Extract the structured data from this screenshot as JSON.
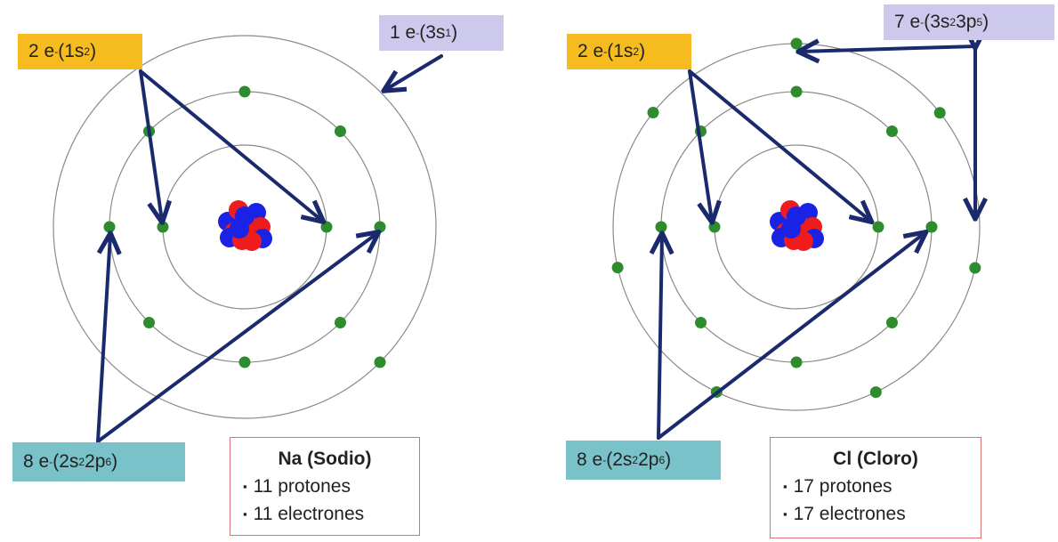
{
  "colors": {
    "orbit": "#8a8a8a",
    "electron": "#2e8b2e",
    "arrow": "#1a2a6c",
    "proton": "#ee1c1c",
    "neutron": "#1a22e6"
  },
  "atoms": [
    {
      "labels": {
        "k_shell": {
          "text": "2 e",
          "sup": "-",
          "paren_a": " (1s",
          "paren_sup": "2",
          "paren_b": ")"
        },
        "l_shell": {
          "text": "8 e",
          "sup": "-",
          "paren_a": " (2s",
          "paren_sup": "2",
          "paren_b": " 2p",
          "paren_sup2": "6",
          "paren_c": ")"
        },
        "outer_shell": {
          "text": "1 e",
          "sup": "-",
          "paren_a": " (3s",
          "paren_sup": "1",
          "paren_b": ")"
        }
      },
      "info": {
        "title": "Na (Sodio)",
        "protons": "11 protones",
        "electrons": "11 electrones",
        "bullet": "▪"
      },
      "electron_counts": [
        2,
        8,
        1
      ]
    },
    {
      "labels": {
        "k_shell": {
          "text": "2 e",
          "sup": "-",
          "paren_a": " (1s",
          "paren_sup": "2",
          "paren_b": ")"
        },
        "l_shell": {
          "text": "8 e",
          "sup": "-",
          "paren_a": " (2s",
          "paren_sup": "2",
          "paren_b": " 2p",
          "paren_sup2": "6",
          "paren_c": ")"
        },
        "outer_shell": {
          "text": "7 e",
          "sup": "-",
          "paren_a": " (3s",
          "paren_sup": "2",
          "paren_b": " 3p",
          "paren_sup2": "5",
          "paren_c": ")"
        }
      },
      "info": {
        "title": "Cl (Cloro)",
        "protons": "17 protones",
        "electrons": "17 electrones",
        "bullet": "▪"
      },
      "electron_counts": [
        2,
        8,
        7
      ]
    }
  ]
}
